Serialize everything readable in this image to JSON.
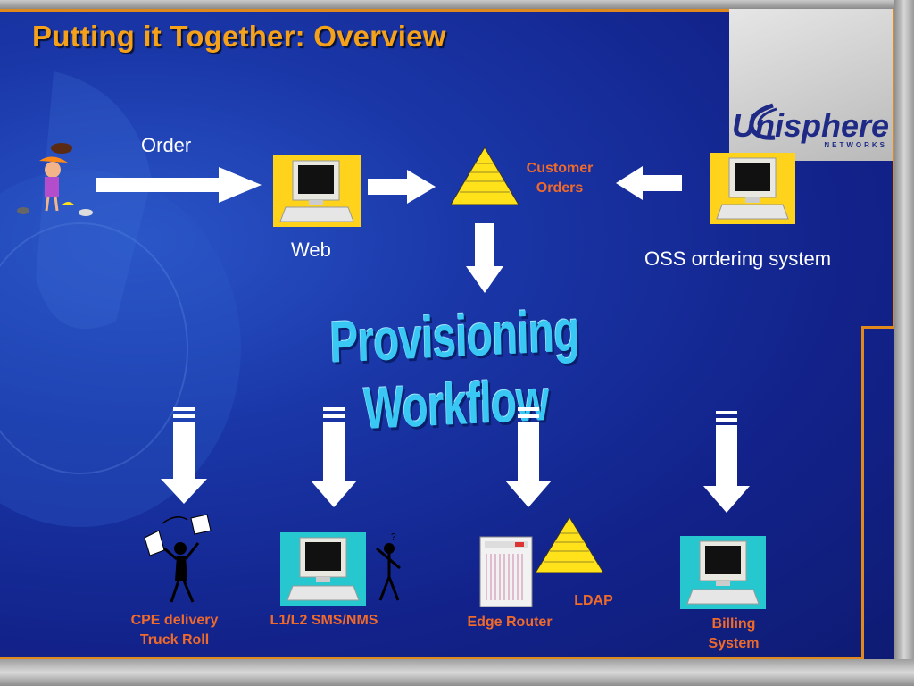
{
  "slide": {
    "title": "Putting it Together: Overview",
    "workflow_title": "Provisioning Workflow",
    "logo": {
      "name": "Unisphere",
      "sub": "NETWORKS"
    }
  },
  "labels": {
    "order": "Order",
    "web": "Web",
    "customer_orders_1": "Customer",
    "customer_orders_2": "Orders",
    "oss": "OSS ordering system",
    "cpe_1": "CPE delivery",
    "cpe_2": "Truck Roll",
    "l1l2": "L1/L2 SMS/NMS",
    "ldap": "LDAP",
    "edge_router": "Edge Router",
    "billing_1": "Billing",
    "billing_2": "System"
  },
  "colors": {
    "title": "#f5a21a",
    "label_orange": "#f06a2a",
    "workflow_text": "#39c8f4",
    "monitor_yellow": "#ffd21c",
    "monitor_cyan": "#27c7cf",
    "pyramid": "#ffe21a"
  }
}
